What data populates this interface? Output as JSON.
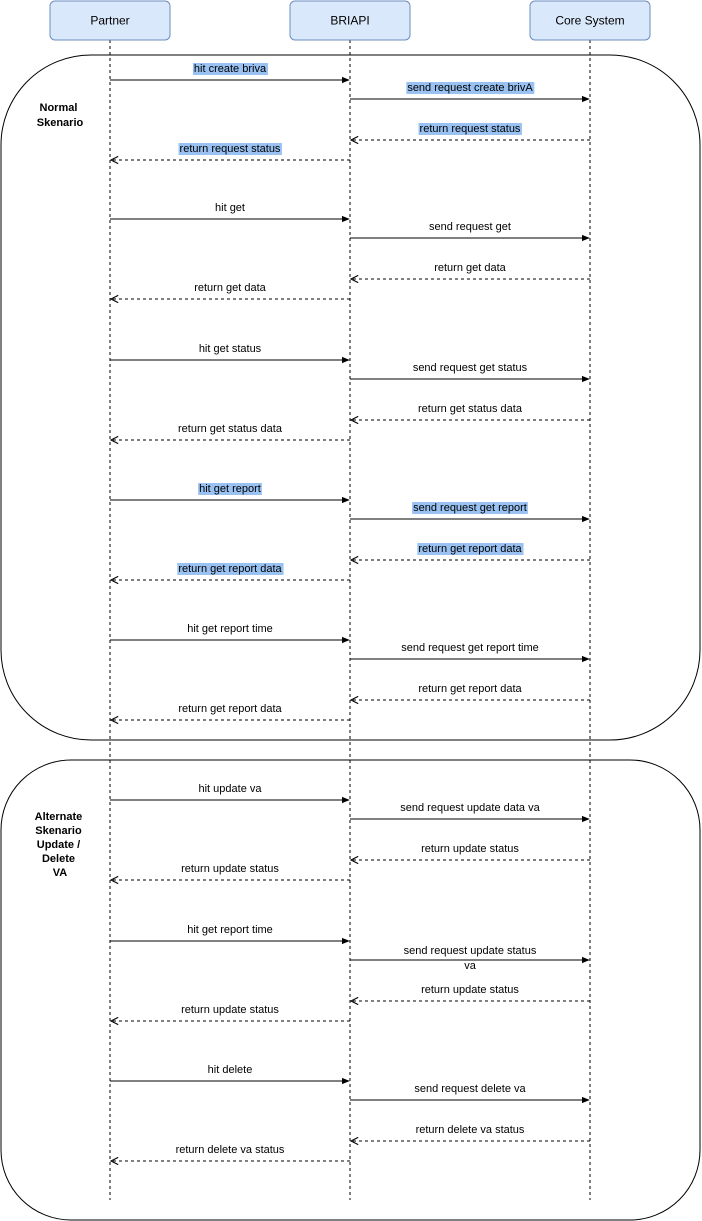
{
  "participants": [
    {
      "id": "partner",
      "label": "Partner"
    },
    {
      "id": "briapi",
      "label": "BRIAPI"
    },
    {
      "id": "core",
      "label": "Core System"
    }
  ],
  "frames": [
    {
      "id": "normal",
      "label_lines": [
        "Normal",
        "Skenario"
      ]
    },
    {
      "id": "alternate",
      "label_lines": [
        "Alternate",
        "Skenario",
        "Update /",
        "Delete",
        "VA"
      ]
    }
  ],
  "messages": [
    {
      "from": "partner",
      "to": "briapi",
      "kind": "call",
      "lines": [
        "hit create briva"
      ],
      "highlight": true
    },
    {
      "from": "briapi",
      "to": "core",
      "kind": "call",
      "lines": [
        "send request create brivA"
      ],
      "highlight": true
    },
    {
      "from": "core",
      "to": "briapi",
      "kind": "return",
      "lines": [
        "return request status"
      ],
      "highlight": true
    },
    {
      "from": "briapi",
      "to": "partner",
      "kind": "return",
      "lines": [
        "return request status"
      ],
      "highlight": true
    },
    {
      "from": "partner",
      "to": "briapi",
      "kind": "call",
      "lines": [
        "hit get"
      ],
      "highlight": false
    },
    {
      "from": "briapi",
      "to": "core",
      "kind": "call",
      "lines": [
        "send request get"
      ],
      "highlight": false
    },
    {
      "from": "core",
      "to": "briapi",
      "kind": "return",
      "lines": [
        "return get data"
      ],
      "highlight": false
    },
    {
      "from": "briapi",
      "to": "partner",
      "kind": "return",
      "lines": [
        "return get data"
      ],
      "highlight": false
    },
    {
      "from": "partner",
      "to": "briapi",
      "kind": "call",
      "lines": [
        "hit get status"
      ],
      "highlight": false
    },
    {
      "from": "briapi",
      "to": "core",
      "kind": "call",
      "lines": [
        "send request get status"
      ],
      "highlight": false
    },
    {
      "from": "core",
      "to": "briapi",
      "kind": "return",
      "lines": [
        "return get status data"
      ],
      "highlight": false
    },
    {
      "from": "briapi",
      "to": "partner",
      "kind": "return",
      "lines": [
        "return get status data"
      ],
      "highlight": false
    },
    {
      "from": "partner",
      "to": "briapi",
      "kind": "call",
      "lines": [
        "hit get report"
      ],
      "highlight": true
    },
    {
      "from": "briapi",
      "to": "core",
      "kind": "call",
      "lines": [
        "send request get report"
      ],
      "highlight": true
    },
    {
      "from": "core",
      "to": "briapi",
      "kind": "return",
      "lines": [
        "return get report data"
      ],
      "highlight": true
    },
    {
      "from": "briapi",
      "to": "partner",
      "kind": "return",
      "lines": [
        "return get report data"
      ],
      "highlight": true
    },
    {
      "from": "partner",
      "to": "briapi",
      "kind": "call",
      "lines": [
        "hit get report time"
      ],
      "highlight": false
    },
    {
      "from": "briapi",
      "to": "core",
      "kind": "call",
      "lines": [
        "send request get report time"
      ],
      "highlight": false
    },
    {
      "from": "core",
      "to": "briapi",
      "kind": "return",
      "lines": [
        "return get report data"
      ],
      "highlight": false
    },
    {
      "from": "briapi",
      "to": "partner",
      "kind": "return",
      "lines": [
        "return get report data"
      ],
      "highlight": false
    },
    {
      "from": "partner",
      "to": "briapi",
      "kind": "call",
      "lines": [
        "hit update va"
      ],
      "highlight": false
    },
    {
      "from": "briapi",
      "to": "core",
      "kind": "call",
      "lines": [
        "send request update data va"
      ],
      "highlight": false
    },
    {
      "from": "core",
      "to": "briapi",
      "kind": "return",
      "lines": [
        "return update status"
      ],
      "highlight": false
    },
    {
      "from": "briapi",
      "to": "partner",
      "kind": "return",
      "lines": [
        "return update status"
      ],
      "highlight": false
    },
    {
      "from": "partner",
      "to": "briapi",
      "kind": "call",
      "lines": [
        "hit get report time"
      ],
      "highlight": false
    },
    {
      "from": "briapi",
      "to": "core",
      "kind": "call",
      "lines": [
        "send request update status",
        "va"
      ],
      "highlight": false
    },
    {
      "from": "core",
      "to": "briapi",
      "kind": "return",
      "lines": [
        "return update status"
      ],
      "highlight": false
    },
    {
      "from": "briapi",
      "to": "partner",
      "kind": "return",
      "lines": [
        "return update status"
      ],
      "highlight": false
    },
    {
      "from": "partner",
      "to": "briapi",
      "kind": "call",
      "lines": [
        "hit delete"
      ],
      "highlight": false
    },
    {
      "from": "briapi",
      "to": "core",
      "kind": "call",
      "lines": [
        "send request delete va"
      ],
      "highlight": false
    },
    {
      "from": "core",
      "to": "briapi",
      "kind": "return",
      "lines": [
        "return delete va status"
      ],
      "highlight": false
    },
    {
      "from": "briapi",
      "to": "partner",
      "kind": "return",
      "lines": [
        "return delete va status"
      ],
      "highlight": false
    }
  ],
  "colors": {
    "participant_fill": "#dae8fc",
    "participant_stroke": "#6c8ebf",
    "highlight": "#99c2f2"
  }
}
